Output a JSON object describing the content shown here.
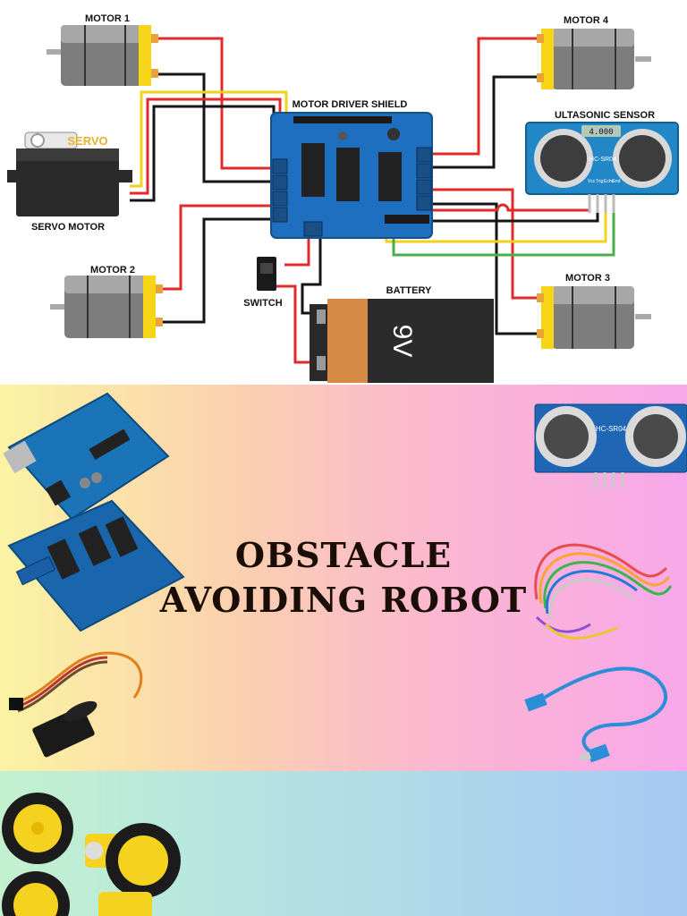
{
  "diagram": {
    "labels": {
      "motor1": "MOTOR 1",
      "motor2": "MOTOR 2",
      "motor3": "MOTOR 3",
      "motor4": "MOTOR 4",
      "shield": "MOTOR DRIVER SHIELD",
      "sensor": "ULTASONIC SENSOR",
      "servo_motor": "SERVO MOTOR",
      "switch": "SWITCH",
      "battery": "BATTERY"
    },
    "servo_text": "SERVO",
    "battery_text": "9V",
    "sensor_display": "4.000",
    "sensor_model": "HC-SR04",
    "sensor_pins": [
      "Vcc",
      "Trig",
      "Echo",
      "Gnd"
    ]
  },
  "poster": {
    "title_lines": [
      "OBSTACLE",
      "AVOIDING ROBOT"
    ],
    "sensor_model": "HC-SR04"
  },
  "colors": {
    "wire_red": "#e12a2a",
    "wire_black": "#151515",
    "wire_yellow": "#f2d21a",
    "wire_green": "#48b048",
    "board_blue": "#1e6fbf",
    "motor_gray": "#7d7d7d",
    "motor_yellow": "#f7d416"
  }
}
